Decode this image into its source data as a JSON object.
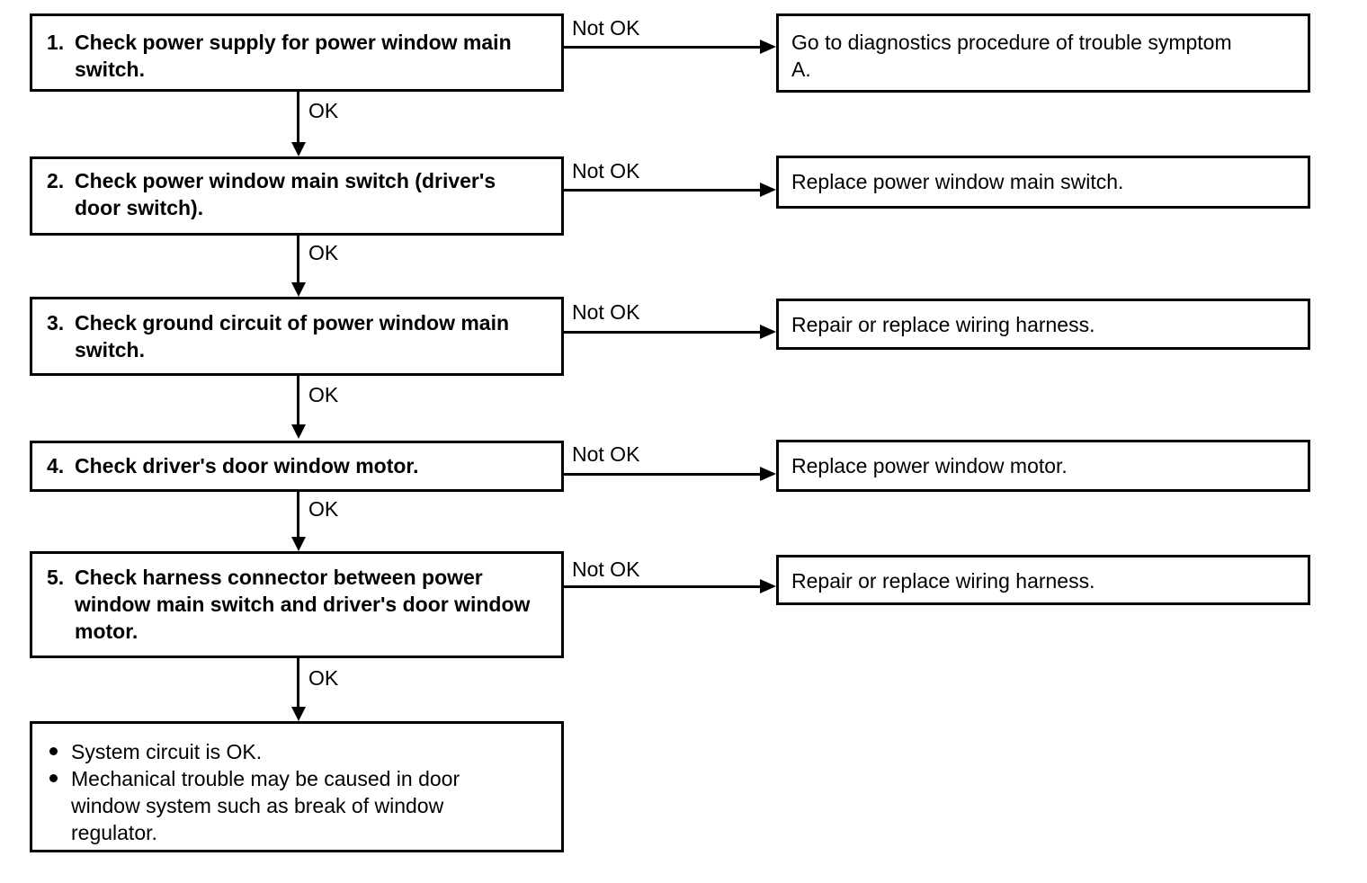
{
  "page": {
    "background_color": "#ffffff",
    "ink_color": "#000000",
    "description": "Power window troubleshooting flowchart (scanned service manual page)"
  },
  "flow": {
    "ok_label": "OK",
    "not_ok_label": "Not OK",
    "steps": [
      {
        "number": "1.",
        "instruction": "Check power supply for power window main switch.",
        "result": "Go to diagnostics procedure of trouble symptom A."
      },
      {
        "number": "2.",
        "instruction": "Check power window main switch (driver's door switch).",
        "result": "Replace power window main switch."
      },
      {
        "number": "3.",
        "instruction": "Check ground circuit of power window main switch.",
        "result": "Repair or replace wiring harness."
      },
      {
        "number": "4.",
        "instruction": "Check driver's door window motor.",
        "result": "Replace power window motor."
      },
      {
        "number": "5.",
        "instruction": "Check harness connector between power window main switch and driver's door window motor.",
        "result": "Repair or replace wiring harness."
      }
    ],
    "conclusion": {
      "items": [
        "System circuit is OK.",
        "Mechanical trouble may be caused in door window system such as break of window regulator."
      ]
    }
  }
}
